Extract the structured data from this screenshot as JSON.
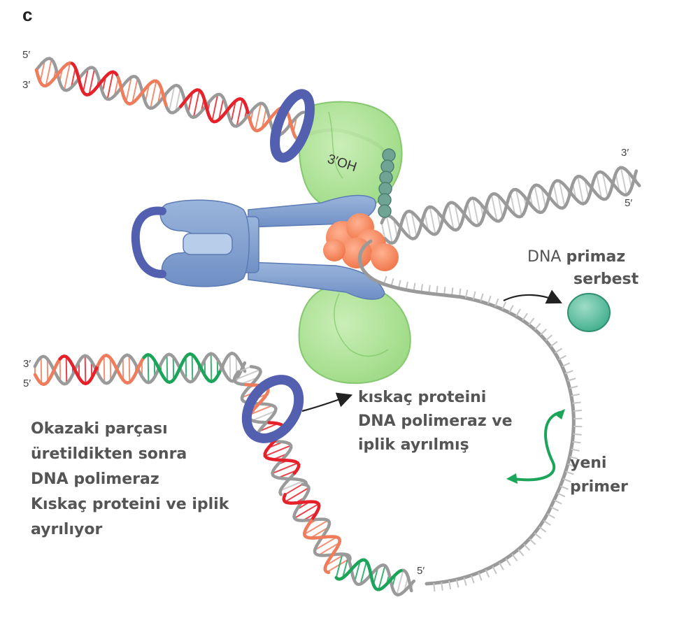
{
  "figure": {
    "panel_letter": "c",
    "labels": {
      "top_left_5": "5′",
      "top_left_3": "3′",
      "right_3": "3′",
      "right_5": "5′",
      "bottom_left_3": "3′",
      "bottom_left_5": "5′",
      "loop_5": "5′",
      "three_oh": "3′OH"
    },
    "primase_label": {
      "line1_prefix": "DNA ",
      "line1_bold": "primaz",
      "line2": "serbest"
    },
    "clamp_release_label": [
      "kıskaç proteini",
      "DNA polimeraz ve",
      "iplik ayrılmış"
    ],
    "okazaki_note": [
      "Okazaki parçası",
      "üretildikten sonra",
      "DNA polimeraz",
      "Kıskaç proteini ve iplik",
      "ayrılıyor"
    ],
    "new_primer_label": [
      "yeni",
      "primer"
    ],
    "colors": {
      "strand_gray": "#9a9a9a",
      "rung_gray": "#c4c4c4",
      "rna_red": "#e8202a",
      "dna_salmon": "#f07c5c",
      "primer_green": "#1aa55a",
      "polymerase_green": "#a8e08e",
      "clamp_blue": "#5360b0",
      "helicase_blue": "#7f9ccc",
      "primase_orange": "#f4875e",
      "primase_teal": "#5bbd9e",
      "text_gray": "#555555"
    }
  }
}
